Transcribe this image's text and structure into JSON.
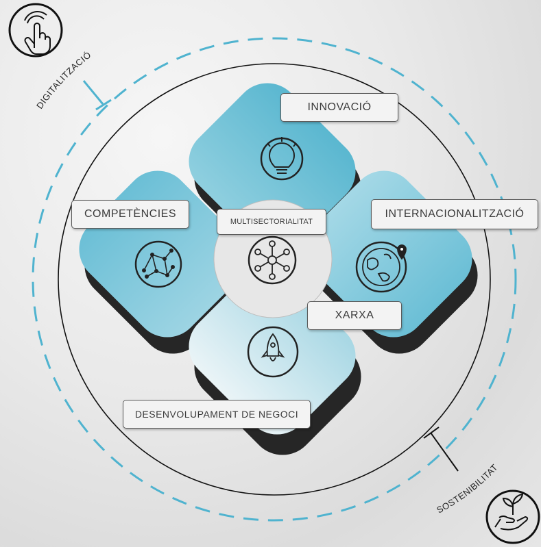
{
  "labels": {
    "innovacio": "INNOVACIÓ",
    "competencies": "COMPETÈNCIES",
    "multisectorialitat": "MULTISECTORIALITAT",
    "internacionalitzacio": "INTERNACIONALITZACIÓ",
    "xarxa": "XARXA",
    "desenvolupament": "DESENVOLUPAMENT DE NEGOCI",
    "digitalitzacio": "DIGITALITZACIÓ",
    "sostenibilitat": "SOSTENIBILITAT"
  },
  "icons": {
    "innovacio": "lightbulb-icon",
    "competencies": "network-mesh-icon",
    "multisectorialitat": "hub-nodes-icon",
    "internacionalitzacio": "globe-pin-icon",
    "desenvolupament": "rocket-icon",
    "digitalitzacio": "touch-hand-icon",
    "sostenibilitat": "plant-in-hand-icon"
  },
  "colors": {
    "petal": "#5fb9d1",
    "petal_light": "#d8eef4",
    "shadow": "#262626",
    "dashed_ring": "#4fb3cf",
    "outline": "#111111"
  }
}
